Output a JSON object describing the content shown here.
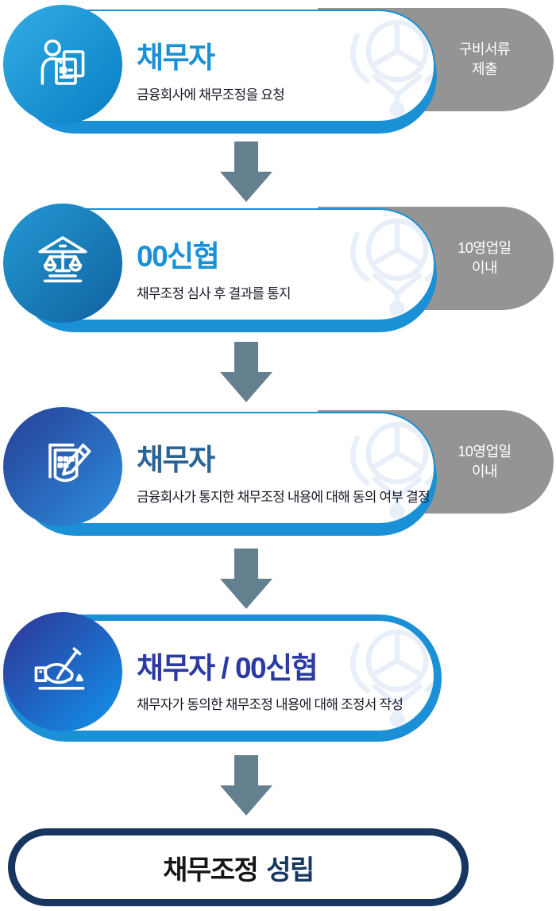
{
  "palette": {
    "accent_blue": "#1a91d6",
    "gray_tab": "#949494",
    "arrow_slate": "#64808f",
    "navy": "#17365f",
    "watermark_blue": "#e9eff8",
    "subtitle_text": "#1b1b28",
    "title_blue": "#1a91d6",
    "title_steel_blue": "#2a6496",
    "title_indigo": "#2b3ba3",
    "icon_white": "#ffffff"
  },
  "steps": [
    {
      "title": "채무자",
      "title_color": "#1a91d6",
      "subtitle": "금융회사에 채무조정을 요청",
      "tab_line1": "구비서류",
      "tab_line2": "제출",
      "icon": "person-documents-icon",
      "circle_gradient": [
        "#2fa8e1",
        "#0c83c6"
      ]
    },
    {
      "title": "00신협",
      "title_color": "#1a91d6",
      "subtitle": "채무조정 심사 후 결과를 통지",
      "tab_line1": "10영업일",
      "tab_line2": "이내",
      "icon": "courthouse-scales-icon",
      "circle_gradient": [
        "#2193cf",
        "#1268a5"
      ]
    },
    {
      "title": "채무자",
      "title_color": "#2a6496",
      "subtitle": "금융회사가 통지한 채무조정 내용에 대해 동의 여부 결정",
      "tab_line1": "10영업일",
      "tab_line2": "이내",
      "icon": "document-edit-icon",
      "circle_gradient": [
        "#27479c",
        "#2c86d8"
      ]
    },
    {
      "title": "채무자 / 00신협",
      "title_color": "#2b3ba3",
      "subtitle": "채무자가 동의한 채무조정 내용에 대해 조정서 작성",
      "tab_line1": "",
      "tab_line2": "",
      "icon": "hand-signing-icon",
      "circle_gradient": [
        "#2c3d9e",
        "#138ae4"
      ]
    }
  ],
  "final_step": {
    "label_prefix": "채무조정",
    "label_highlight": "성립"
  }
}
